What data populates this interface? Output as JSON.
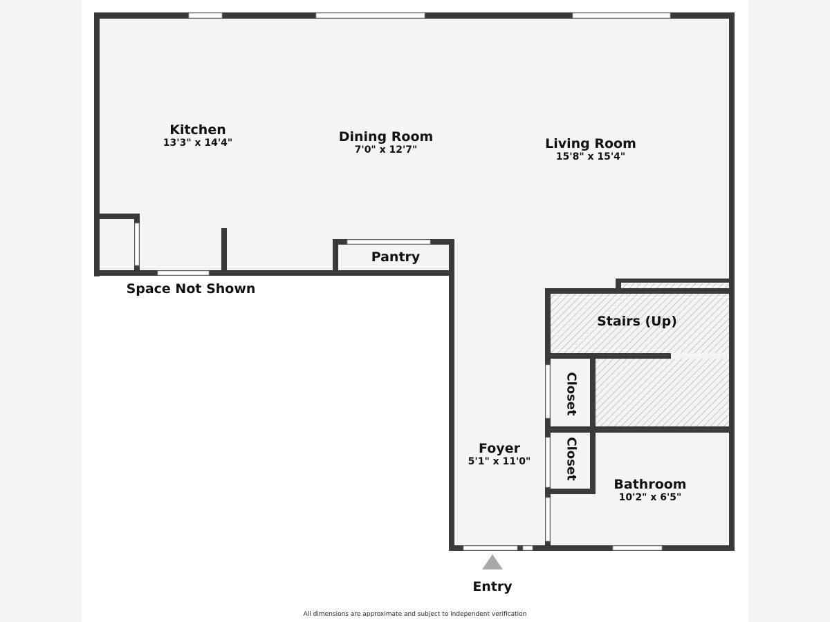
{
  "rooms": {
    "kitchen": {
      "name": "Kitchen",
      "dims": "13'3\" x 14'4\""
    },
    "dining": {
      "name": "Dining Room",
      "dims": "7'0\" x 12'7\""
    },
    "living": {
      "name": "Living Room",
      "dims": "15'8\" x 15'4\""
    },
    "pantry": {
      "name": "Pantry"
    },
    "space_not_shown": {
      "name": "Space Not Shown"
    },
    "stairs": {
      "name": "Stairs (Up)"
    },
    "closet1": {
      "name": "Closet"
    },
    "closet2": {
      "name": "Closet"
    },
    "foyer": {
      "name": "Foyer",
      "dims": "5'1\" x 11'0\""
    },
    "bathroom": {
      "name": "Bathroom",
      "dims": "10'2\" x 6'5\""
    },
    "entry": {
      "name": "Entry"
    }
  },
  "footer_note": "All dimensions are approximate and subject to independent verification",
  "colors": {
    "wall": "#3a3a3a",
    "floor": "#f4f4f4",
    "window": "#ffffff",
    "entry_arrow": "#a8a8a8"
  }
}
